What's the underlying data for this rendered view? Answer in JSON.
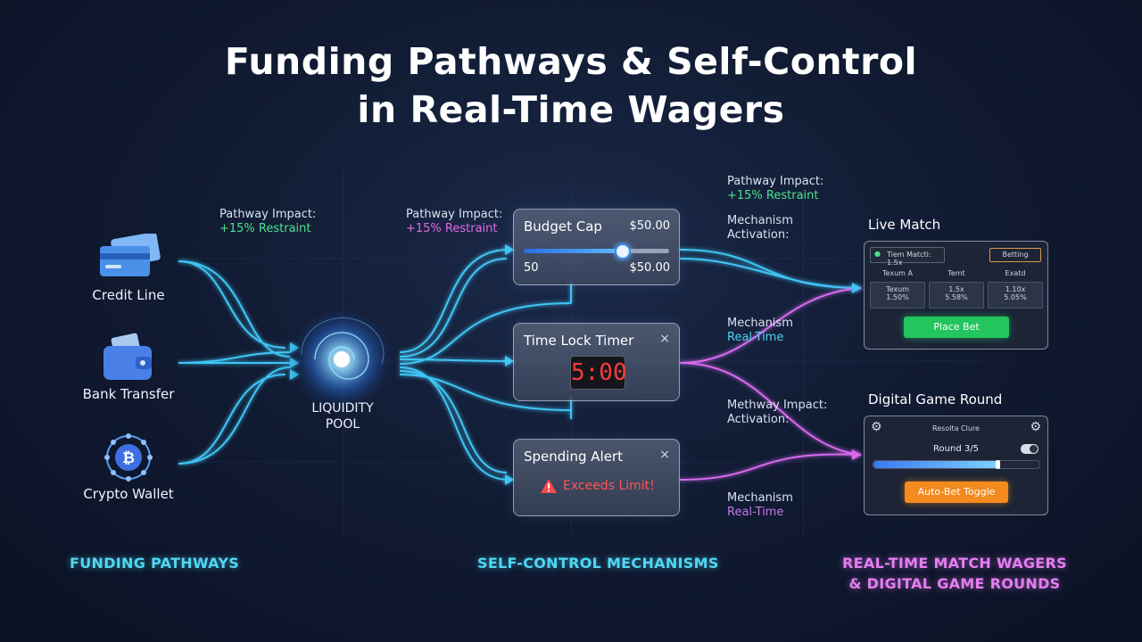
{
  "title": {
    "line1": "Funding Pathways & Self-Control",
    "line2": "in Real-Time Wagers"
  },
  "funding": {
    "items": [
      {
        "label": "Credit Line",
        "icon": "credit-card-icon"
      },
      {
        "label": "Bank Transfer",
        "icon": "wallet-icon"
      },
      {
        "label": "Crypto Wallet",
        "icon": "bitcoin-icon"
      }
    ],
    "section_label": "FUNDING PATHWAYS"
  },
  "pool": {
    "line1": "LIQUIDITY",
    "line2": "POOL"
  },
  "impact_1": {
    "line1": "Pathway Impact:",
    "line2": "+15% Restraint"
  },
  "impact_2": {
    "line1": "Pathway Impact:",
    "line2": "+15% Restraint"
  },
  "impact_3": {
    "line1": "Pathway Impact:",
    "line2": "+15% Restraint"
  },
  "mech": {
    "a": {
      "line1": "Mechanism",
      "line2": "Activation:"
    },
    "b": {
      "line1": "Mechanism",
      "line2": "Real-Time"
    },
    "c": {
      "line1": "Methway Impact:",
      "line2": "Activation:"
    },
    "d": {
      "line1": "Mechanism",
      "line2": "Real-Time"
    }
  },
  "budget": {
    "title": "Budget Cap",
    "cap": "$50.00",
    "min": "50",
    "max": "$50.00",
    "slider_fraction": 0.67
  },
  "timelock": {
    "title": "Time Lock Timer",
    "close": "×",
    "time": "5:00"
  },
  "alert": {
    "title": "Spending Alert",
    "close": "×",
    "message": "Exceeds Limit!"
  },
  "self_control_label": "SELF-CONTROL MECHANISMS",
  "live_match": {
    "heading": "Live Match",
    "header_left": "Tiem Matcti: 1.5x",
    "header_right": "Betting",
    "columns": [
      {
        "h": "Texum A",
        "v1": "Texum",
        "v2": "1.50%"
      },
      {
        "h": "Temt",
        "v1": "1.5x",
        "v2": "5.58%"
      },
      {
        "h": "Exatd",
        "v1": "1.10x",
        "v2": "5.05%"
      }
    ],
    "button": "Place Bet"
  },
  "game_round": {
    "heading": "Digital Game Round",
    "header": "Resolta Clure",
    "round": "Round 3/5",
    "progress_fraction": 0.75,
    "button": "Auto-Bet Toggle"
  },
  "wagers_label": {
    "line1": "REAL-TIME MATCH WAGERS",
    "line2": "& DIGITAL GAME ROUNDS"
  },
  "colors": {
    "blue_flow": "#3fc6f5",
    "pink_flow": "#d86af0",
    "green_button": "#22c55e",
    "orange_button": "#f28a1e"
  }
}
